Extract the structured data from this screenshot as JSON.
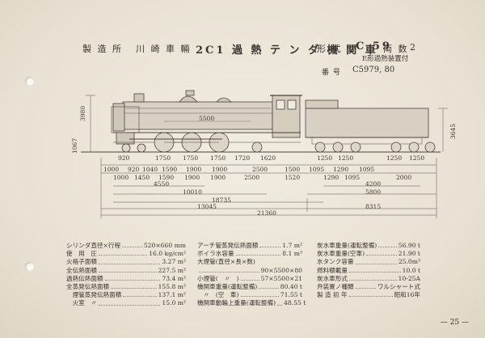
{
  "header": {
    "maker_label": "製 造 所",
    "maker": "川 崎 車 輛",
    "title": "2C1 過 熱 テ ン ダ 機 関 車",
    "type_label": "形 式",
    "type": "C 59",
    "count_label": "両 数",
    "count": "2",
    "note": "E形過熱装置付",
    "number_label": "番 号",
    "number": "C5979, 80"
  },
  "dims": {
    "height_left": "3980",
    "height_right": "3645",
    "rail": "1067",
    "bottom_row": [
      "1000",
      "920",
      "1040",
      "1590",
      "1900",
      "1900",
      "2500",
      "1500",
      "1095",
      "1290",
      "1095"
    ],
    "wheel_row": [
      "920",
      "1750",
      "1750",
      "1750",
      "1720",
      "1620",
      "1250",
      "1250",
      "1250",
      "1250"
    ],
    "mid_row": [
      "1000",
      "1450",
      "1590",
      "1900",
      "1900",
      "2500",
      "1520",
      "1290",
      "1095",
      "2000"
    ],
    "wheelbase_a": "4550",
    "wheelbase_b": "10010",
    "wheelbase_c": "18735",
    "tender_a": "4200",
    "tender_b": "5800",
    "span_a": "13045",
    "span_b": "8315",
    "total": "21360",
    "top_a": "5500"
  },
  "specs": {
    "col1": [
      {
        "label": "シリンダ直径×行程",
        "value": "520×660 mm"
      },
      {
        "label": "使　用　圧",
        "value": "16.0 kg/cm²"
      },
      {
        "label": "火格子面積",
        "value": "3.27 m²"
      },
      {
        "label": "全伝熱面積",
        "value": "227.5 m²"
      },
      {
        "label": "過熱伝熱面積",
        "value": "73.4 m²"
      },
      {
        "label": "全蒸発伝熱面積",
        "value": "155.8 m²"
      },
      {
        "label": "　煙管蒸発伝熱面積",
        "value": "137.1 m²"
      },
      {
        "label": "　火室　〃",
        "value": "15.0 m²"
      }
    ],
    "col2": [
      {
        "label": "アーチ管蒸発伝熱面積",
        "value": "1.7 m²"
      },
      {
        "label": "ボイラ水容量",
        "value": "8.1 m³"
      },
      {
        "label": "大煙管(直径×長×数)",
        "value": ""
      },
      {
        "label": "",
        "value": "90×5500×80"
      },
      {
        "label": "小煙管(　〃　)",
        "value": "57×5500×21"
      },
      {
        "label": "機関車重量(運転整備)",
        "value": "80.40 t"
      },
      {
        "label": "　〃　(空　車)",
        "value": "71.55 t"
      },
      {
        "label": "機関車動輪上重量(運転整備)",
        "value": "48.55 t"
      }
    ],
    "col3": [
      {
        "label": "炭水車重量(運転整備)",
        "value": "56.90 t"
      },
      {
        "label": "炭水車重量(空車)",
        "value": "21.90 t"
      },
      {
        "label": "水タンク容量",
        "value": "25.0m³"
      },
      {
        "label": "燃料積載量",
        "value": "10.0 t"
      },
      {
        "label": "炭水車形式",
        "value": "10-25A"
      },
      {
        "label": "弁装置ノ種類",
        "value": "ワルシャート式"
      },
      {
        "label": "製 造 初 年",
        "value": "昭和16年"
      }
    ]
  },
  "page_number": "— 25 —"
}
